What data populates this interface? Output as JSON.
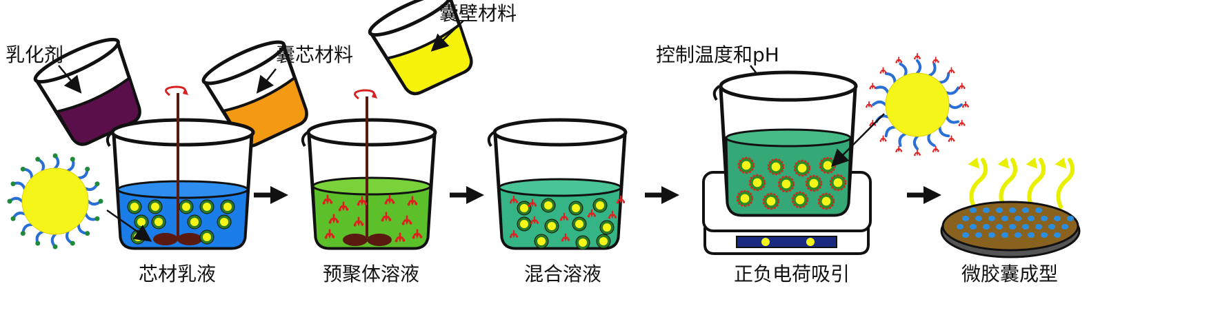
{
  "labels": {
    "emulsifier": "乳化剂",
    "core_material": "囊芯材料",
    "wall_material": "囊壁材料",
    "temp_ph": "控制温度和pH"
  },
  "steps": [
    {
      "label": "芯材乳液"
    },
    {
      "label": "预聚体溶液"
    },
    {
      "label": "混合溶液"
    },
    {
      "label": "正负电荷吸引"
    },
    {
      "label": "微胶囊成型"
    }
  ],
  "colors": {
    "emulsifier_liquid": "#5a0f4a",
    "core_liquid": "#f39a12",
    "wall_liquid": "#f7f20a",
    "step1_liquid": "#1a7de8",
    "step2_liquid": "#5cc02a",
    "step3_liquid": "#35b486",
    "step4_liquid": "#34a877",
    "droplet_core": "#f5f51a",
    "droplet_shell": "#2a7a2a",
    "polymer": "#e02020",
    "surfactant_tail": "#2a6fd6",
    "surfactant_head": "#1e8a3a",
    "stir_rod": "#5a1a10",
    "plate": "#8a6220",
    "plate_dots": "#2a8ee0",
    "vapor": "#e8f000"
  }
}
